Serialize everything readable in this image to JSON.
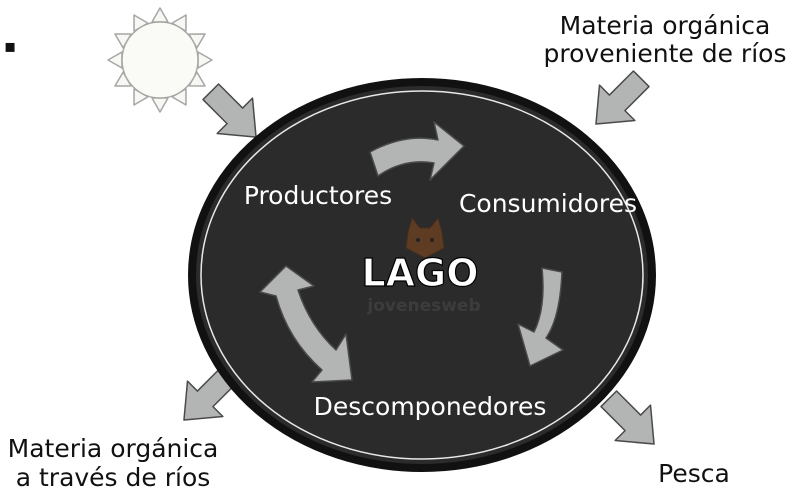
{
  "center": {
    "title": "LAGO",
    "watermark": "jovenesweb"
  },
  "nodes": {
    "producers": "Productores",
    "consumers": "Consumidores",
    "decomposers": "Descomponedores"
  },
  "external": {
    "input_rivers_line1": "Materia orgánica",
    "input_rivers_line2": "proveniente de ríos",
    "output_rivers_line1": "Materia orgánica",
    "output_rivers_line2": "a través de ríos",
    "fishing": "Pesca"
  },
  "bullet": "▪",
  "colors": {
    "lake_fill": "#2a2b2a",
    "lake_stroke": "#111111",
    "arrow_fill": "#b3b5b4",
    "text_light": "#ffffff",
    "text_dark": "#111111"
  },
  "icons": [
    "sun-icon",
    "fox-watermark-icon"
  ]
}
